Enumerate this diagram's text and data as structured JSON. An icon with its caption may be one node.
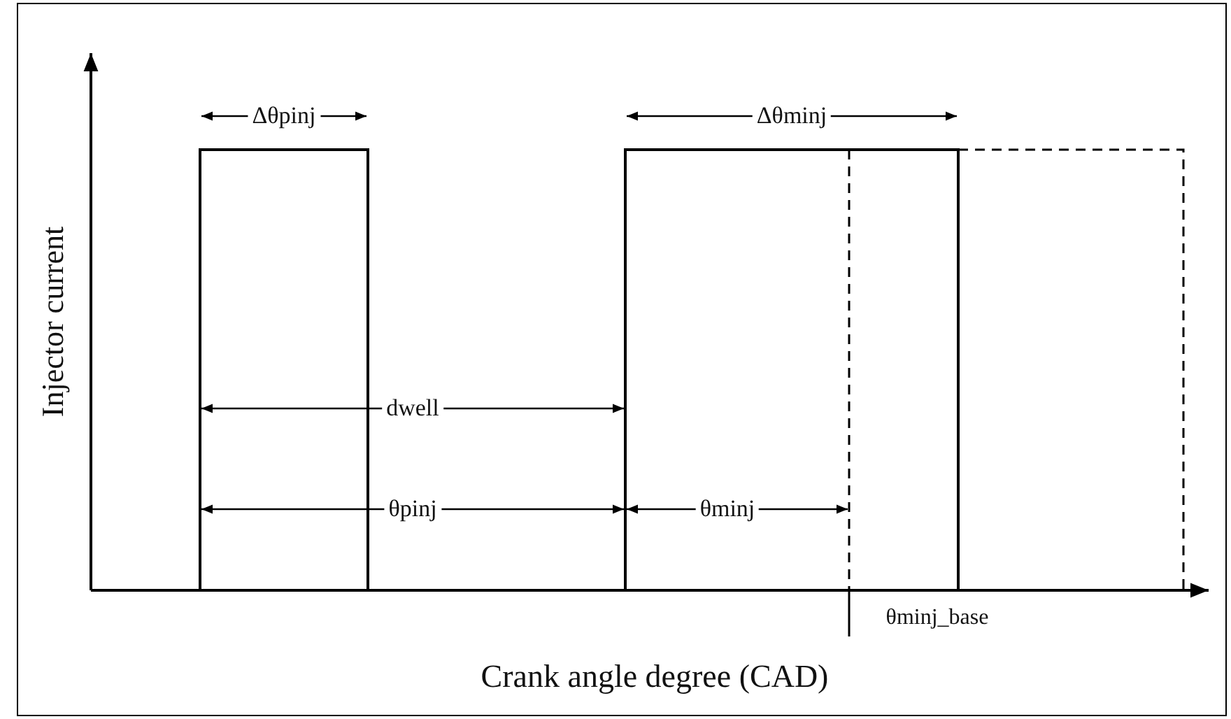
{
  "diagram": {
    "labels": [
      "Δθpinj",
      "Δθminj",
      "dwell",
      "θpinj",
      "θminj",
      "θminj_base",
      "Injector current",
      "Crank angle degree (CAD)"
    ]
  }
}
